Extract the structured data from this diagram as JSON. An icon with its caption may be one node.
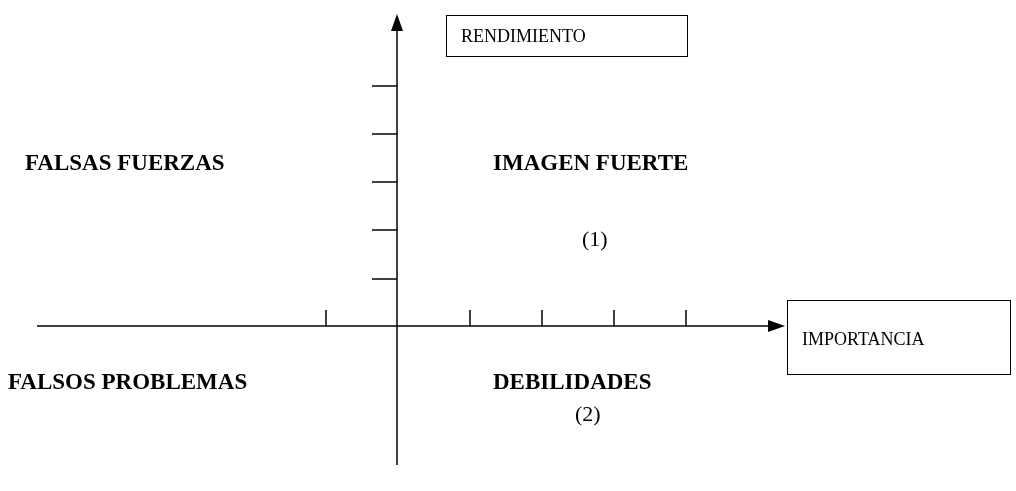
{
  "diagram": {
    "nodes": [
      {
        "text": [
          "RENDIMIENTO"
        ]
      },
      {
        "text": [
          "IMPORTANCIA"
        ]
      }
    ],
    "labels": [
      "FALSAS FUERZAS",
      "IMAGEN FUERTE",
      "(1)",
      "FALSOS PROBLEMAS",
      "DEBILIDADES",
      "(2)"
    ]
  }
}
